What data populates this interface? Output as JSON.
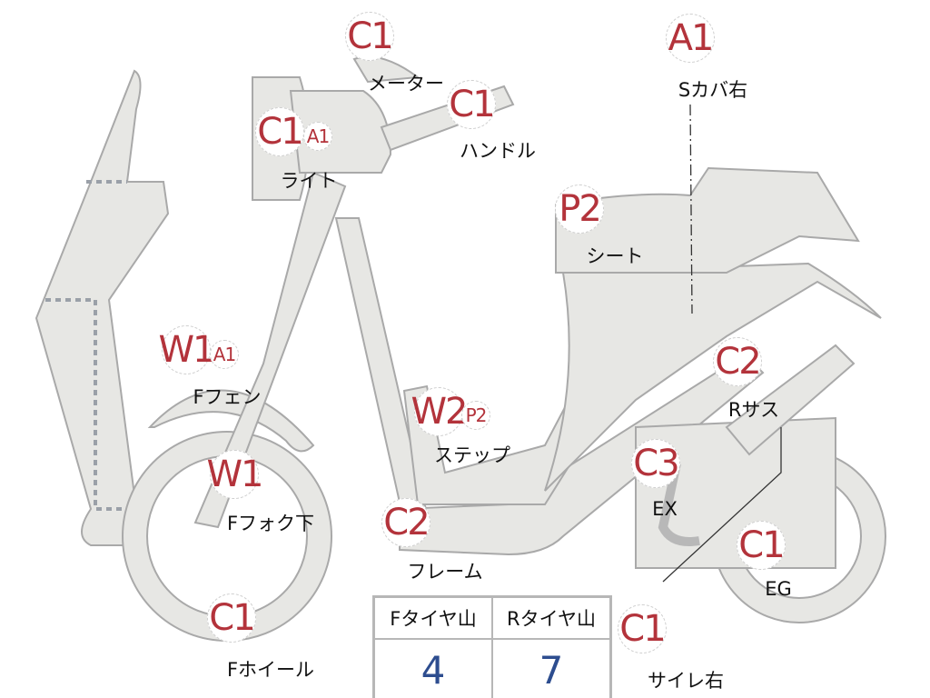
{
  "markers": [
    {
      "code": "C1",
      "label": "メーター"
    },
    {
      "code": "C1",
      "label": "ハンドル"
    },
    {
      "code": "C1",
      "code2": "A1",
      "label": "ライト"
    },
    {
      "code": "A1",
      "label": "Sカバ右"
    },
    {
      "code": "P2",
      "label": "シート"
    },
    {
      "code": "W1",
      "code2": "A1",
      "label": "Fフェン"
    },
    {
      "code": "W2",
      "code2": "P2",
      "label": "ステップ"
    },
    {
      "code": "W1",
      "label": "Fフォク下"
    },
    {
      "code": "C2",
      "label": "フレーム"
    },
    {
      "code": "C2",
      "label": "Rサス"
    },
    {
      "code": "C3",
      "label": "EX"
    },
    {
      "code": "C1",
      "label": "EG"
    },
    {
      "code": "C1",
      "label": "Fホイール"
    },
    {
      "code": "C1",
      "label": "サイレ右"
    }
  ],
  "tire_table": {
    "headers": [
      "Fタイヤ山",
      "Rタイヤ山"
    ],
    "values": [
      "4",
      "7"
    ]
  },
  "colors": {
    "code": "#b3333b",
    "value": "#2d4d8f",
    "part": "#e7e7e4"
  }
}
